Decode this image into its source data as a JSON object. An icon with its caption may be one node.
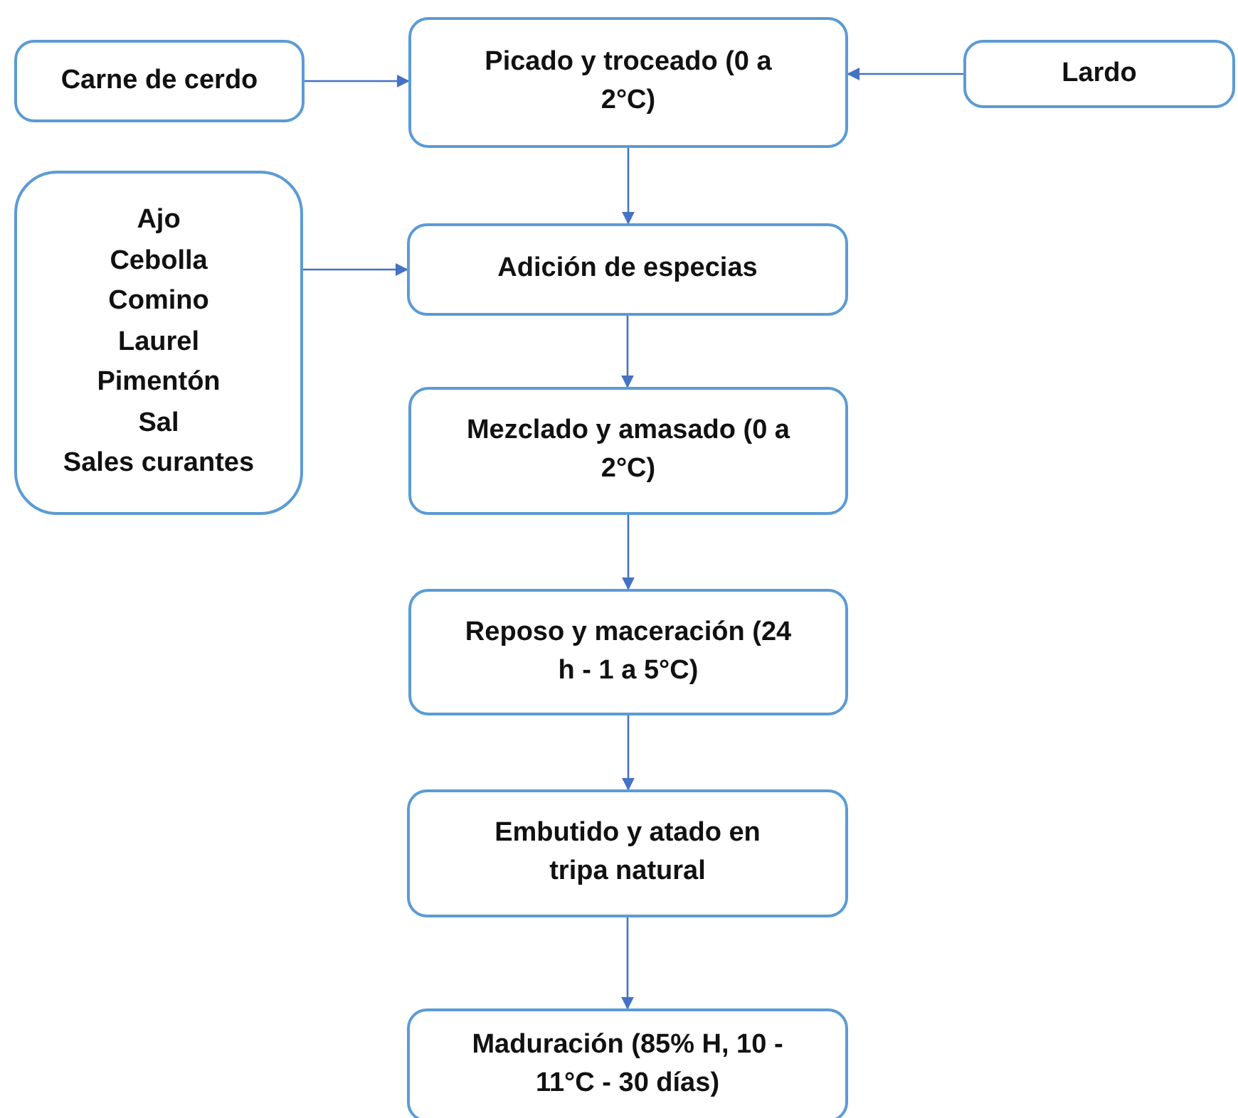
{
  "diagram": {
    "nodes": [
      {
        "text": [
          "Carne de cerdo"
        ]
      },
      {
        "text": [
          "Picado y troceado (0 a 2°C)"
        ]
      },
      {
        "text": [
          "Lardo"
        ]
      },
      {
        "text": [
          "Ajo",
          "Cebolla",
          "Comino",
          "Laurel",
          "Pimentón",
          "Sal",
          "Sales curantes"
        ]
      },
      {
        "text": [
          "Adición de especias"
        ]
      },
      {
        "text": [
          "Mezclado y amasado (0 a 2°C)"
        ]
      },
      {
        "text": [
          "Reposo y maceración (24 h - 1 a 5°C)"
        ]
      },
      {
        "text": [
          "Embutido y atado en tripa natural"
        ]
      },
      {
        "text": [
          "Maduración (85% H, 10 - 11°C - 30 días)"
        ]
      }
    ],
    "edges": [
      {
        "from": 0,
        "to": 1,
        "arrow": "to"
      },
      {
        "from": 2,
        "to": 1,
        "arrow": "to"
      },
      {
        "from": 1,
        "to": 4,
        "arrow": "to"
      },
      {
        "from": 3,
        "to": 4,
        "arrow": "to"
      },
      {
        "from": 4,
        "to": 5,
        "arrow": "to"
      },
      {
        "from": 5,
        "to": 6,
        "arrow": "to"
      },
      {
        "from": 6,
        "to": 7,
        "arrow": "to"
      },
      {
        "from": 7,
        "to": 8,
        "arrow": "to"
      }
    ]
  }
}
